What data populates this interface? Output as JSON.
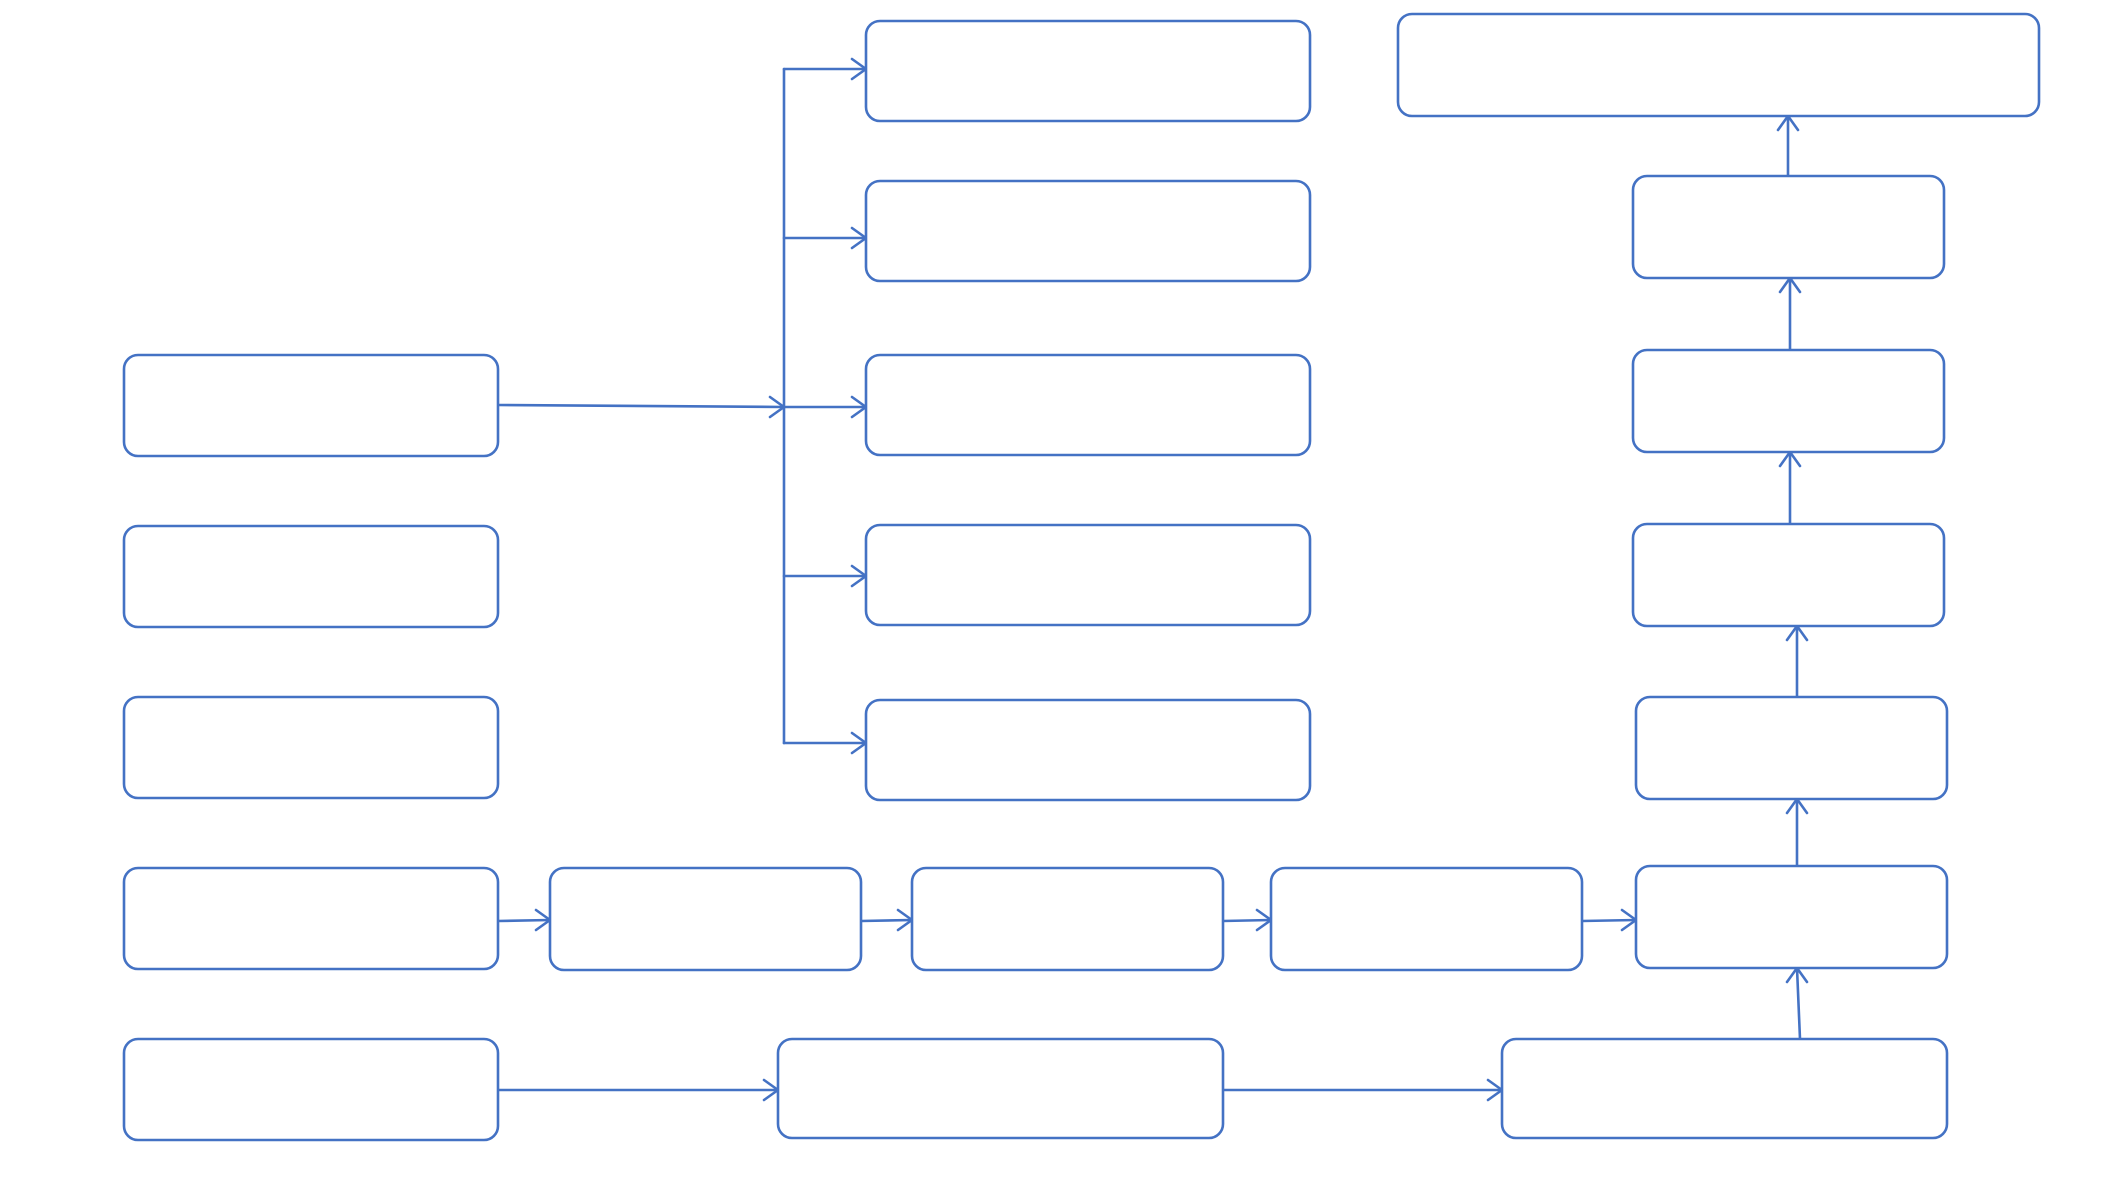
{
  "diagram": {
    "style": {
      "stroke_color": "#4472c4",
      "fill_color": "#ffffff",
      "background": "#ffffff"
    },
    "nodes": [
      {
        "id": "left-1",
        "label": ""
      },
      {
        "id": "left-2",
        "label": ""
      },
      {
        "id": "left-3",
        "label": ""
      },
      {
        "id": "left-4",
        "label": ""
      },
      {
        "id": "left-5",
        "label": ""
      },
      {
        "id": "branch-1",
        "label": ""
      },
      {
        "id": "branch-2",
        "label": ""
      },
      {
        "id": "branch-3",
        "label": ""
      },
      {
        "id": "branch-4",
        "label": ""
      },
      {
        "id": "branch-5",
        "label": ""
      },
      {
        "id": "chain-1",
        "label": ""
      },
      {
        "id": "chain-2",
        "label": ""
      },
      {
        "id": "chain-3",
        "label": ""
      },
      {
        "id": "bottom-middle",
        "label": ""
      },
      {
        "id": "bottom-right",
        "label": ""
      },
      {
        "id": "right-col-1",
        "label": ""
      },
      {
        "id": "right-col-2",
        "label": ""
      },
      {
        "id": "right-col-3",
        "label": ""
      },
      {
        "id": "right-col-4",
        "label": ""
      },
      {
        "id": "right-col-5",
        "label": ""
      },
      {
        "id": "right-col-6",
        "label": ""
      },
      {
        "id": "top-right",
        "label": ""
      }
    ],
    "edges": [
      {
        "from": "left-1",
        "to": "branch-1"
      },
      {
        "from": "left-1",
        "to": "branch-2"
      },
      {
        "from": "left-1",
        "to": "branch-3"
      },
      {
        "from": "left-1",
        "to": "branch-4"
      },
      {
        "from": "left-1",
        "to": "branch-5"
      },
      {
        "from": "left-4",
        "to": "chain-1"
      },
      {
        "from": "chain-1",
        "to": "chain-2"
      },
      {
        "from": "chain-2",
        "to": "chain-3"
      },
      {
        "from": "chain-3",
        "to": "right-col-6"
      },
      {
        "from": "left-5",
        "to": "bottom-middle"
      },
      {
        "from": "bottom-middle",
        "to": "bottom-right"
      },
      {
        "from": "bottom-right",
        "to": "right-col-6"
      },
      {
        "from": "right-col-6",
        "to": "right-col-5"
      },
      {
        "from": "right-col-5",
        "to": "right-col-4"
      },
      {
        "from": "right-col-4",
        "to": "right-col-3"
      },
      {
        "from": "right-col-3",
        "to": "right-col-2"
      },
      {
        "from": "right-col-2",
        "to": "right-col-1"
      },
      {
        "from": "right-col-1",
        "to": "top-right"
      }
    ]
  }
}
